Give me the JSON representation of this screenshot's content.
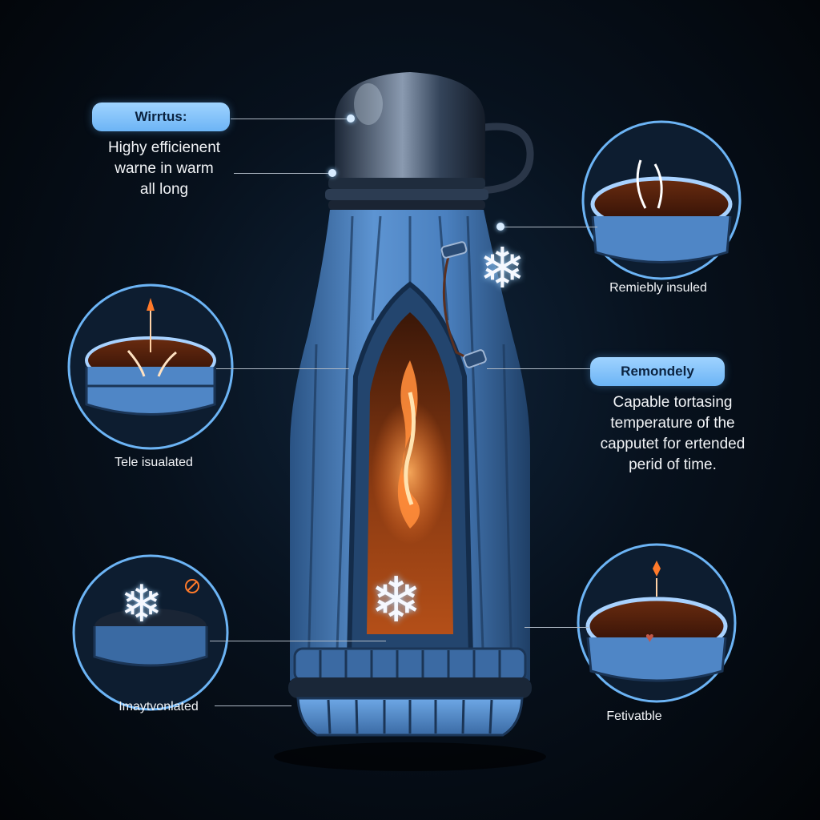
{
  "callouts": {
    "top_left_pill": "Wirrtus:",
    "top_left_text": "Highy efficienent\nwarne in warm\nall long",
    "right_top_text": "Remiebly insuled",
    "right_pill": "Remondely",
    "right_text": "Capable tortasing\ntemperature of the\ncapputet for ertended\nperid  of time.",
    "left_mid_text": "Tele isualated",
    "left_bottom_text": "Imaytvonlated",
    "right_bottom_text": "Fetivatble"
  },
  "colors": {
    "sleeve_blue": "#4f86c6",
    "accent_blue": "#9fd3ff",
    "coffee": "#4a1d0c",
    "flame": "#ff7a2a",
    "cap_steel": "#5a6d86"
  },
  "icons": {
    "flame": "flame-icon",
    "snowflake": "snowflake-icon",
    "heart": "heart-icon"
  }
}
